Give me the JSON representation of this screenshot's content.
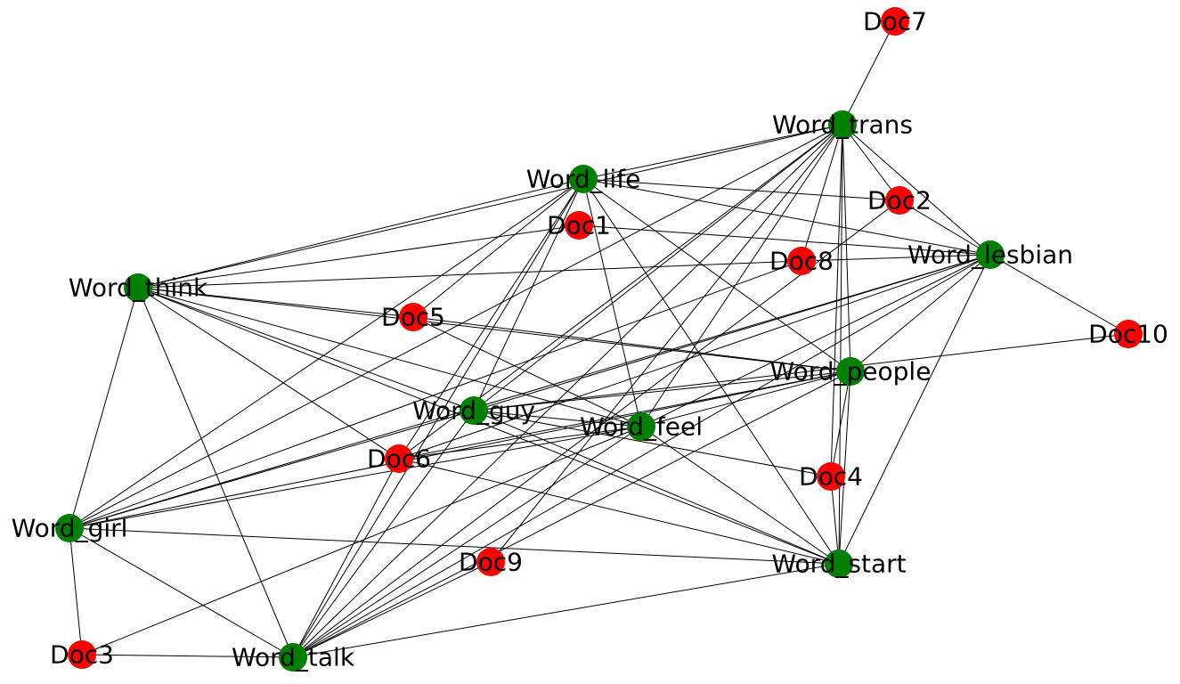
{
  "colors": {
    "doc_node": "#ff0000",
    "word_node": "#008000",
    "edge": "#000000",
    "background": "#ffffff"
  },
  "nodes": [
    {
      "id": "Doc7",
      "label": "Doc7",
      "kind": "doc"
    },
    {
      "id": "Word_trans",
      "label": "Word_trans",
      "kind": "word"
    },
    {
      "id": "Word_life",
      "label": "Word_life",
      "kind": "word"
    },
    {
      "id": "Doc2",
      "label": "Doc2",
      "kind": "doc"
    },
    {
      "id": "Doc1",
      "label": "Doc1",
      "kind": "doc"
    },
    {
      "id": "Doc8",
      "label": "Doc8",
      "kind": "doc"
    },
    {
      "id": "Word_lesbian",
      "label": "Word_lesbian",
      "kind": "word"
    },
    {
      "id": "Word_think",
      "label": "Word_think",
      "kind": "word"
    },
    {
      "id": "Doc5",
      "label": "Doc5",
      "kind": "doc"
    },
    {
      "id": "Doc10",
      "label": "Doc10",
      "kind": "doc"
    },
    {
      "id": "Word_people",
      "label": "Word_people",
      "kind": "word"
    },
    {
      "id": "Word_guy",
      "label": "Word_guy",
      "kind": "word"
    },
    {
      "id": "Word_feel",
      "label": "Word_feel",
      "kind": "word"
    },
    {
      "id": "Doc6",
      "label": "Doc6",
      "kind": "doc"
    },
    {
      "id": "Doc4",
      "label": "Doc4",
      "kind": "doc"
    },
    {
      "id": "Word_girl",
      "label": "Word_girl",
      "kind": "word"
    },
    {
      "id": "Doc9",
      "label": "Doc9",
      "kind": "doc"
    },
    {
      "id": "Word_start",
      "label": "Word_start",
      "kind": "word"
    },
    {
      "id": "Doc3",
      "label": "Doc3",
      "kind": "doc"
    },
    {
      "id": "Word_talk",
      "label": "Word_talk",
      "kind": "word"
    }
  ],
  "edges": [
    [
      "Doc7",
      "Word_trans"
    ],
    [
      "Word_trans",
      "Word_life"
    ],
    [
      "Word_trans",
      "Word_think"
    ],
    [
      "Word_trans",
      "Doc2"
    ],
    [
      "Word_trans",
      "Doc8"
    ],
    [
      "Word_trans",
      "Word_lesbian"
    ],
    [
      "Word_trans",
      "Word_people"
    ],
    [
      "Word_trans",
      "Word_start"
    ],
    [
      "Word_trans",
      "Word_guy"
    ],
    [
      "Word_trans",
      "Word_feel"
    ],
    [
      "Word_trans",
      "Word_girl"
    ],
    [
      "Word_trans",
      "Word_talk"
    ],
    [
      "Word_trans",
      "Doc6"
    ],
    [
      "Word_trans",
      "Doc9"
    ],
    [
      "Word_trans",
      "Doc4"
    ],
    [
      "Word_life",
      "Doc2"
    ],
    [
      "Word_life",
      "Word_lesbian"
    ],
    [
      "Word_life",
      "Word_think"
    ],
    [
      "Word_life",
      "Word_people"
    ],
    [
      "Word_life",
      "Word_start"
    ],
    [
      "Word_life",
      "Word_guy"
    ],
    [
      "Word_life",
      "Word_feel"
    ],
    [
      "Word_life",
      "Word_girl"
    ],
    [
      "Word_life",
      "Word_talk"
    ],
    [
      "Word_life",
      "Doc5"
    ],
    [
      "Word_life",
      "Doc6"
    ],
    [
      "Doc1",
      "Word_lesbian"
    ],
    [
      "Doc1",
      "Word_think"
    ],
    [
      "Doc8",
      "Word_lesbian"
    ],
    [
      "Doc8",
      "Word_think"
    ],
    [
      "Doc8",
      "Word_girl"
    ],
    [
      "Doc2",
      "Word_lesbian"
    ],
    [
      "Doc2",
      "Word_talk"
    ],
    [
      "Word_lesbian",
      "Doc10"
    ],
    [
      "Word_lesbian",
      "Word_people"
    ],
    [
      "Word_lesbian",
      "Word_start"
    ],
    [
      "Word_lesbian",
      "Word_guy"
    ],
    [
      "Word_lesbian",
      "Word_feel"
    ],
    [
      "Word_lesbian",
      "Word_girl"
    ],
    [
      "Word_lesbian",
      "Word_talk"
    ],
    [
      "Word_lesbian",
      "Doc6"
    ],
    [
      "Word_think",
      "Doc5"
    ],
    [
      "Word_think",
      "Word_people"
    ],
    [
      "Word_think",
      "Word_start"
    ],
    [
      "Word_think",
      "Word_guy"
    ],
    [
      "Word_think",
      "Word_feel"
    ],
    [
      "Word_think",
      "Word_girl"
    ],
    [
      "Word_think",
      "Word_talk"
    ],
    [
      "Word_think",
      "Doc6"
    ],
    [
      "Doc5",
      "Word_people"
    ],
    [
      "Doc5",
      "Word_feel"
    ],
    [
      "Doc10",
      "Word_guy"
    ],
    [
      "Word_people",
      "Word_start"
    ],
    [
      "Word_people",
      "Word_guy"
    ],
    [
      "Word_people",
      "Word_feel"
    ],
    [
      "Word_people",
      "Word_girl"
    ],
    [
      "Word_people",
      "Word_talk"
    ],
    [
      "Word_people",
      "Doc4"
    ],
    [
      "Word_people",
      "Doc6"
    ],
    [
      "Word_guy",
      "Word_start"
    ],
    [
      "Word_guy",
      "Word_feel"
    ],
    [
      "Word_guy",
      "Word_girl"
    ],
    [
      "Word_guy",
      "Word_talk"
    ],
    [
      "Word_guy",
      "Doc4"
    ],
    [
      "Word_feel",
      "Word_start"
    ],
    [
      "Word_feel",
      "Word_girl"
    ],
    [
      "Word_feel",
      "Word_talk"
    ],
    [
      "Word_feel",
      "Doc6"
    ],
    [
      "Word_feel",
      "Doc3"
    ],
    [
      "Doc6",
      "Word_start"
    ],
    [
      "Doc6",
      "Word_talk"
    ],
    [
      "Doc4",
      "Word_start"
    ],
    [
      "Word_girl",
      "Word_start"
    ],
    [
      "Word_girl",
      "Word_talk"
    ],
    [
      "Word_girl",
      "Doc3"
    ],
    [
      "Doc9",
      "Word_talk"
    ],
    [
      "Word_start",
      "Word_talk"
    ],
    [
      "Doc3",
      "Word_talk"
    ]
  ]
}
